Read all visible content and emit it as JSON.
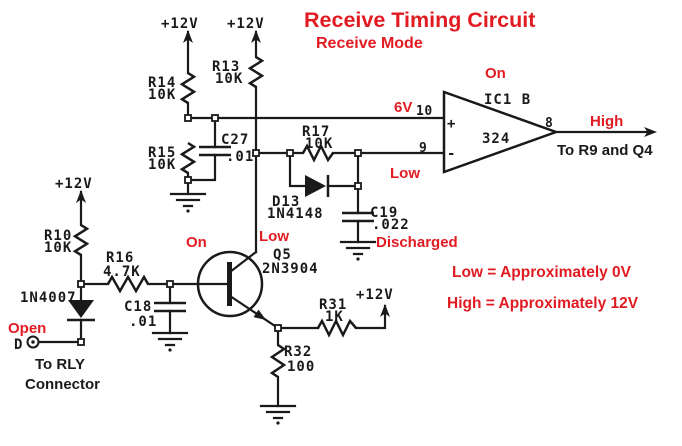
{
  "title": "Receive Timing Circuit",
  "subtitle": "Receive Mode",
  "colors": {
    "annotation_red": "#e11b22",
    "schematic_ink": "#1a1a1a",
    "background": "#ffffff"
  },
  "power_labels": {
    "vcc_r14": "+12V",
    "vcc_r13": "+12V",
    "vcc_r10": "+12V",
    "vcc_r31": "+12V"
  },
  "components": {
    "r14": {
      "ref": "R14",
      "value": "10K"
    },
    "r13": {
      "ref": "R13",
      "value": "10K"
    },
    "r15": {
      "ref": "R15",
      "value": "10K"
    },
    "c27": {
      "ref": "C27",
      "value": ".01"
    },
    "r17": {
      "ref": "R17",
      "value": "10K"
    },
    "d13": {
      "ref": "D13",
      "value": "1N4148"
    },
    "c19": {
      "ref": "C19",
      "value": ".022"
    },
    "r10": {
      "ref": "R10",
      "value": "10K"
    },
    "r16": {
      "ref": "R16",
      "value": "4.7K"
    },
    "d_input": {
      "ref": "1N4007"
    },
    "c18": {
      "ref": "C18",
      "value": ".01"
    },
    "q5": {
      "ref": "Q5",
      "value": "2N3904"
    },
    "r31": {
      "ref": "R31",
      "value": "1K"
    },
    "r32": {
      "ref": "R32",
      "value": "100"
    }
  },
  "opamp": {
    "state": "On",
    "name": "IC1 B",
    "part": "324",
    "pin_noninv": "10",
    "pin_inv": "9",
    "pin_out": "8",
    "plus": "+",
    "minus": "-"
  },
  "annotations": {
    "noninv_voltage": "6V",
    "inv_state": "Low",
    "output_state": "High",
    "output_dest": "To R9 and Q4",
    "c19_state": "Discharged",
    "q5_state": "On",
    "collector_state": "Low",
    "input_state": "Open",
    "legend_low": "Low = Approximately 0V",
    "legend_high": "High = Approximately 12V"
  },
  "terminal": {
    "label": "D",
    "dest_line1": "To RLY",
    "dest_line2": "Connector"
  }
}
